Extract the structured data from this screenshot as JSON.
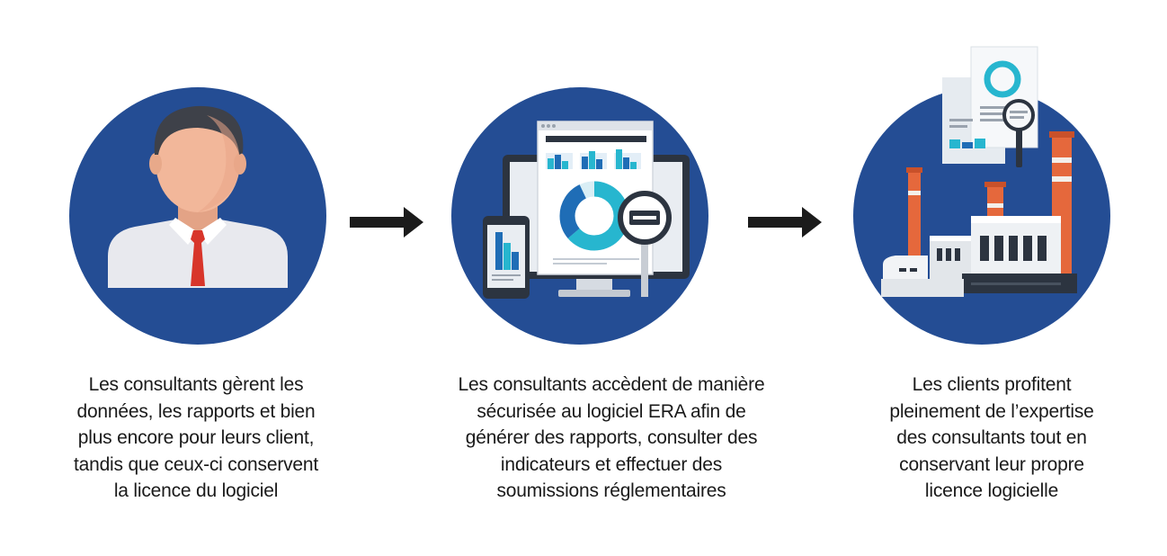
{
  "colors": {
    "circle_blue": "#244d94",
    "accent_teal": "#27b6cf",
    "accent_blue": "#1f6db6",
    "arrow": "#1b1b1b",
    "text": "#1a1a1a",
    "tie_red": "#d8352a",
    "skin": "#f2b79a",
    "hair": "#3e4149",
    "chimney_orange": "#e5683c"
  },
  "steps": [
    {
      "icon": "consultant-icon",
      "caption_lines": [
        "Les consultants gèrent les",
        "données, les rapports et bien",
        "plus encore pour leurs client,",
        "tandis que ceux-ci conservent",
        "la licence du logiciel"
      ]
    },
    {
      "icon": "software-dashboard-icon",
      "caption_lines": [
        "Les consultants accèdent de manière",
        "sécurisée au logiciel ERA afin de",
        "générer des rapports, consulter des",
        "indicateurs et effectuer des",
        "soumissions réglementaires"
      ]
    },
    {
      "icon": "factory-icon",
      "caption_lines": [
        "Les clients profitent",
        "pleinement de l’expertise",
        "des consultants tout en",
        "conservant leur propre",
        "licence logicielle"
      ]
    }
  ],
  "arrows": [
    {
      "icon": "arrow-right-icon"
    },
    {
      "icon": "arrow-right-icon"
    }
  ]
}
